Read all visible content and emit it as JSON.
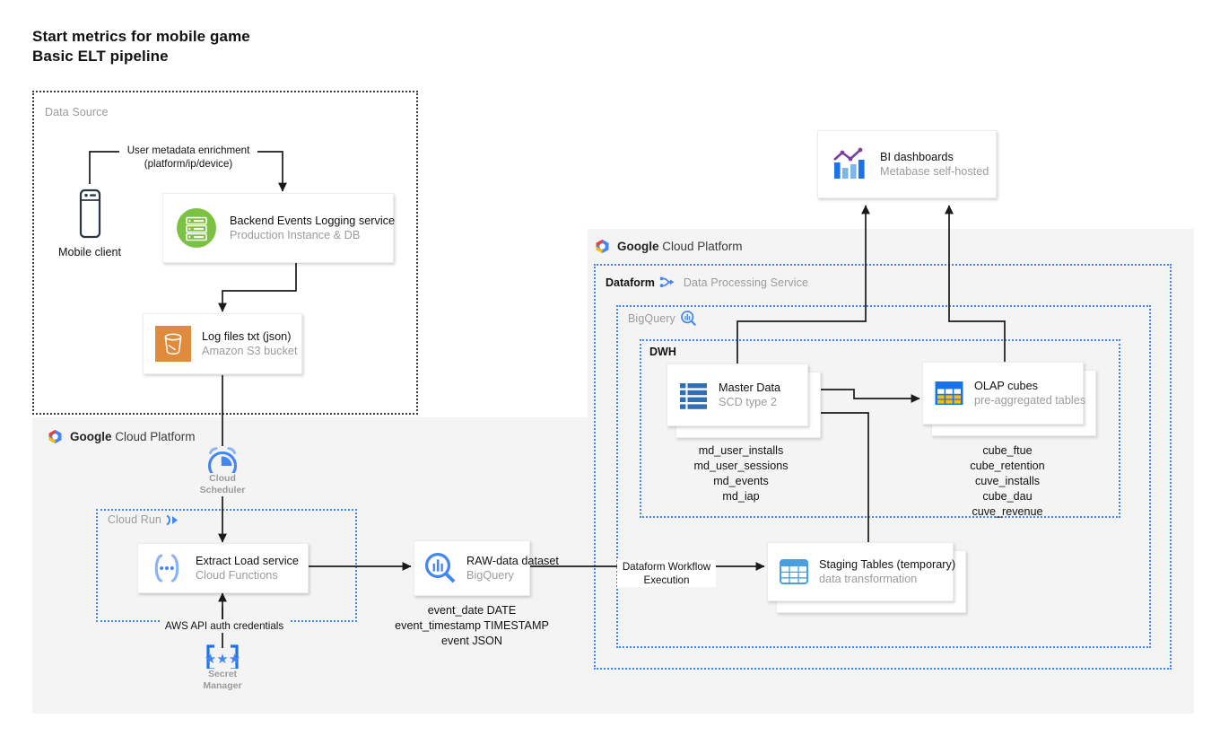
{
  "title": {
    "line1": "Start metrics for mobile game",
    "line2": "Basic ELT pipeline"
  },
  "panels": {
    "data_source": "Data Source",
    "gcp_left": {
      "brand_bold": "Google",
      "brand_rest": " Cloud Platform"
    },
    "gcp_right": {
      "brand_bold": "Google",
      "brand_rest": " Cloud Platform"
    },
    "cloud_run": "Cloud Run",
    "dataform": {
      "bold": "Dataform",
      "rest": "Data Processing Service"
    },
    "bigquery": "BigQuery",
    "dwh": "DWH"
  },
  "nodes": {
    "mobile_client": {
      "label": "Mobile client",
      "icon": "mobile-phone-icon"
    },
    "backend": {
      "title": "Backend Events Logging service",
      "subtitle": "Production Instance & DB",
      "icon": "server-rack-icon",
      "color": "#7cc242"
    },
    "s3": {
      "title": "Log files txt (json)",
      "subtitle": "Amazon S3 bucket",
      "icon": "s3-bucket-icon",
      "color": "#e08a3c"
    },
    "scheduler": {
      "line1": "Cloud",
      "line2": "Scheduler",
      "icon": "alarm-clock-icon"
    },
    "extract_load": {
      "title": "Extract Load service",
      "subtitle": "Cloud Functions",
      "icon": "cloud-functions-icon"
    },
    "secret_manager": {
      "line1": "Secret",
      "line2": "Manager",
      "icon": "secret-asterisks-icon"
    },
    "raw_dataset": {
      "title": "RAW-data dataset",
      "subtitle": "BigQuery",
      "icon": "bigquery-magnifier-icon",
      "schema": [
        "event_date DATE",
        "event_timestamp TIMESTAMP",
        "event JSON"
      ]
    },
    "staging": {
      "title": "Staging Tables (temporary)",
      "subtitle": "data transformation",
      "icon": "table-grid-icon"
    },
    "master_data": {
      "title": "Master Data",
      "subtitle": "SCD type 2",
      "icon": "list-rows-icon",
      "tables": [
        "md_user_installs",
        "md_user_sessions",
        "md_events",
        "md_iap"
      ]
    },
    "olap_cubes": {
      "title": "OLAP cubes",
      "subtitle": "pre-aggregated tables",
      "icon": "cube-table-icon",
      "tables": [
        "cube_ftue",
        "cube_retention",
        "cuve_installs",
        "cube_dau",
        "cuve_revenue"
      ]
    },
    "bi": {
      "title": "BI dashboards",
      "subtitle": "Metabase self-hosted",
      "icon": "bar-chart-line-icon"
    }
  },
  "edges": {
    "user_metadata": {
      "line1": "User metadata enrichment",
      "line2": "(platform/ip/device)"
    },
    "aws_auth": "AWS API auth credentials",
    "dataform_exec": {
      "line1": "Dataform Workflow",
      "line2": "Execution"
    }
  },
  "colors": {
    "accent_blue": "#4285f4",
    "green": "#7cc242",
    "orange": "#e08a3c",
    "gray_text": "#9b9b9b",
    "panel_bg": "#f4f4f4",
    "wire": "#1a1a1a"
  }
}
